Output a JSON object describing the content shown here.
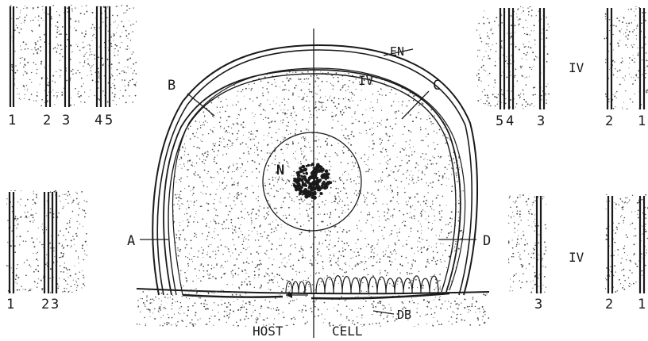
{
  "labels": {
    "en": "EN",
    "iv_inner": "IV",
    "b": "B",
    "c": "C",
    "a": "A",
    "d": "D",
    "n": "N",
    "db": "DB",
    "host": "HOST",
    "cell": "CELL",
    "iv_right_top": "IV",
    "iv_right_bottom": "IV"
  },
  "panels": {
    "top_left": {
      "numbers": [
        "1",
        "2",
        "3",
        "4",
        "5"
      ]
    },
    "top_right_a": {
      "numbers": [
        "5",
        "4",
        "3"
      ]
    },
    "top_right_b": {
      "numbers": [
        "2",
        "1"
      ]
    },
    "bottom_left": {
      "numbers": [
        "1",
        "2",
        "3"
      ]
    },
    "bottom_right_a": {
      "numbers": [
        "3"
      ]
    },
    "bottom_right_b": {
      "numbers": [
        "2",
        "1"
      ]
    }
  },
  "colors": {
    "ink": "#1a1a1a",
    "stipple": "#4a4a4a",
    "background": "#ffffff"
  }
}
